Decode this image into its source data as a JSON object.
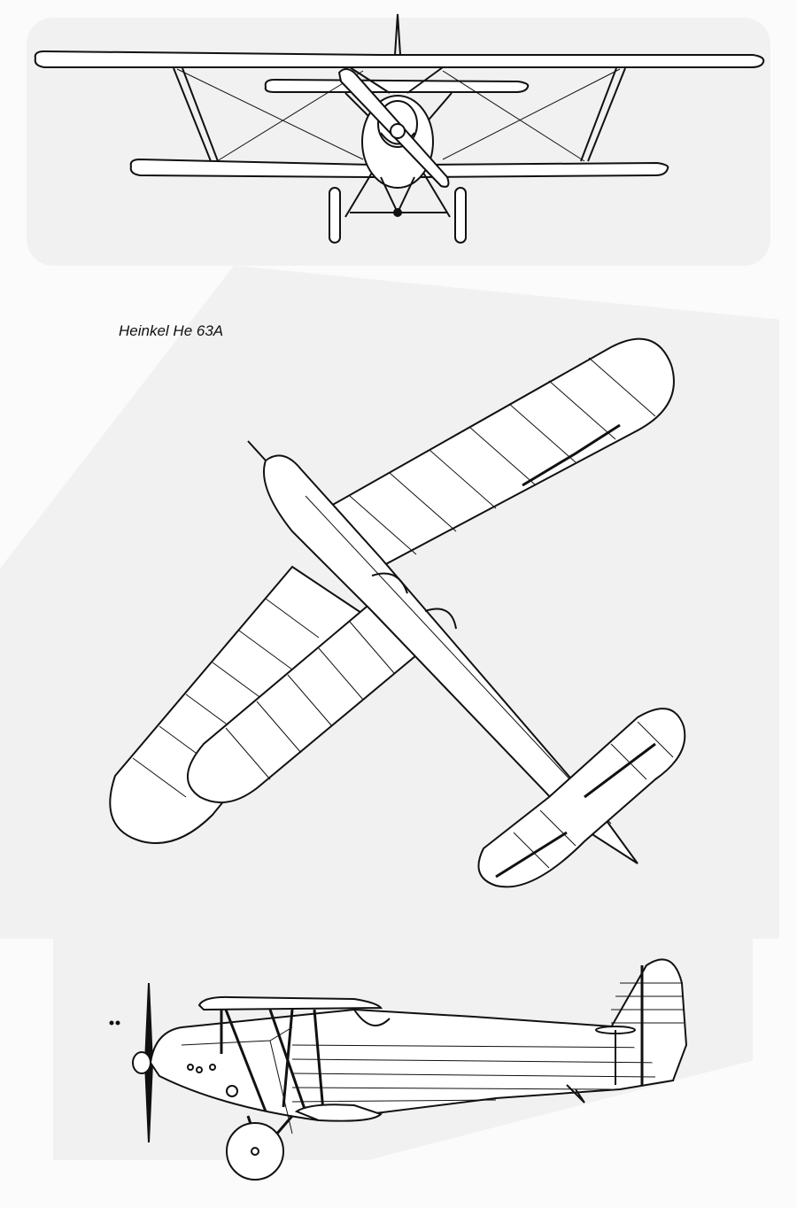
{
  "title": "Heinkel He 63A",
  "views": [
    {
      "name": "front-view"
    },
    {
      "name": "plan-view"
    },
    {
      "name": "side-view"
    }
  ],
  "colors": {
    "line": "#111111",
    "paper": "#fbfbfb",
    "shadow": "#f0f0f0"
  }
}
